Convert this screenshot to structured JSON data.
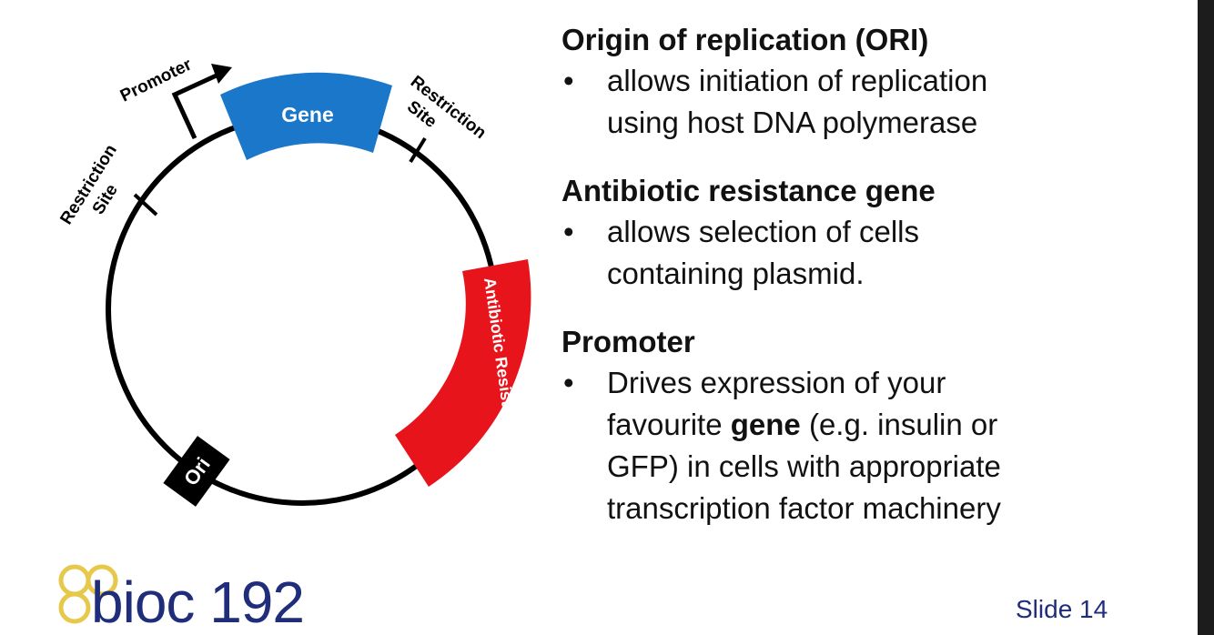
{
  "diagram": {
    "labels": {
      "promoter": "Promoter",
      "restriction_site_right": [
        "Restriction",
        "Site"
      ],
      "restriction_site_left": [
        "Restriction",
        "Site"
      ],
      "gene": "Gene",
      "antibiotic": "Antibiotic Resistance",
      "ori": "Ori"
    },
    "colors": {
      "gene": "#1b77c9",
      "antibiotic": "#e8141b",
      "ori": "#000000",
      "backbone": "#000000"
    }
  },
  "sections": [
    {
      "heading": "Origin of replication (ORI)",
      "bullets": [
        {
          "lines": [
            "allows initiation of replication",
            "using host DNA polymerase"
          ]
        }
      ]
    },
    {
      "heading": "Antibiotic resistance gene",
      "bullets": [
        {
          "lines": [
            "allows selection of cells",
            "containing plasmid."
          ]
        }
      ]
    },
    {
      "heading": "Promoter",
      "bullets": [
        {
          "line1": "Drives expression of your",
          "line2_pre": "favourite ",
          "line2_bold": "gene",
          "line2_post": " (e.g. insulin or",
          "line3": "GFP) in cells with appropriate",
          "line4": "transcription factor machinery"
        }
      ]
    }
  ],
  "footer": {
    "logo_text": "bioc 192",
    "slide_number": "Slide 14",
    "logo_color": "#1f2d7a",
    "logo_accent_color": "#e6c84a"
  },
  "bullet_symbol": "•"
}
